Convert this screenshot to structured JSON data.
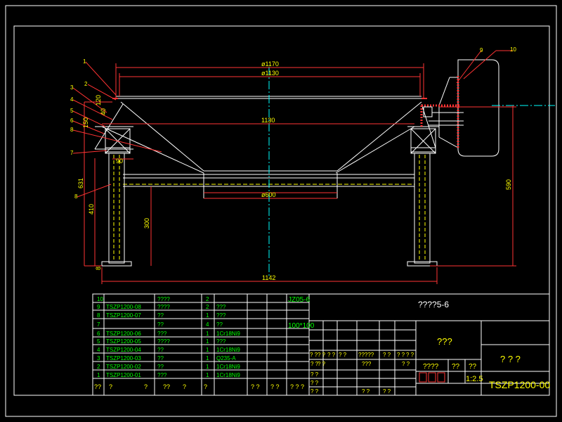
{
  "drawing": {
    "title_code": "TSZP1200-00",
    "scale": "1:2.5",
    "subtitle": "????5-6",
    "title_block_name": "???",
    "title_block_org": "? ? ?",
    "material_header": "????",
    "qty_header": "??",
    "weight_header": "??"
  },
  "dimensions": {
    "d1170": "ø1170",
    "d1130": "ø1130",
    "d1130_mid": "1130",
    "d600": "ø600",
    "w1142": "1142",
    "h631": "631",
    "h410": "410",
    "h300": "300",
    "h590": "590",
    "h150": "150",
    "h120": "120",
    "h40": "40",
    "h8": "8",
    "w90": "90"
  },
  "balloons": [
    "1",
    "2",
    "3",
    "4",
    "5",
    "6",
    "7",
    "8",
    "9",
    "10"
  ],
  "parts_table": {
    "rows": [
      {
        "no": "10",
        "code": "",
        "name": "????",
        "qty": "2",
        "material": ""
      },
      {
        "no": "9",
        "code": "TSZP1200-08",
        "name": "????",
        "qty": "2",
        "material": "???"
      },
      {
        "no": "8",
        "code": "TSZP1200-07",
        "name": "??",
        "qty": "1",
        "material": "???"
      },
      {
        "no": "7",
        "code": "",
        "name": "??",
        "qty": "4",
        "material": "??"
      },
      {
        "no": "6",
        "code": "TSZP1200-06",
        "name": "???",
        "qty": "1",
        "material": "1Cr18Ni9"
      },
      {
        "no": "5",
        "code": "TSZP1200-05",
        "name": "????",
        "qty": "1",
        "material": "???"
      },
      {
        "no": "4",
        "code": "TSZP1200-04",
        "name": "??",
        "qty": "1",
        "material": "1Cr18Ni9"
      },
      {
        "no": "3",
        "code": "TSZP1200-03",
        "name": "??",
        "qty": "1",
        "material": "Q235-A"
      },
      {
        "no": "2",
        "code": "TSZP1200-02",
        "name": "??",
        "qty": "1",
        "material": "1Cr18Ni9"
      },
      {
        "no": "1",
        "code": "TSZP1200-01",
        "name": "???",
        "qty": "1",
        "material": "1Cr18Ni9"
      }
    ],
    "header": [
      "??",
      "?",
      "?",
      "??",
      "?",
      "?",
      "? ?",
      "? ?",
      "? ?",
      "?"
    ],
    "note_jz": "JZ05-6",
    "note_100": "100*100"
  },
  "revision_row": [
    "? ?",
    "? ?",
    "? ?",
    "? ?",
    "?????",
    "? ?",
    "? ?",
    "? ?"
  ],
  "revision_row2": [
    "? ?",
    "? ?",
    "???",
    "? ?"
  ],
  "sign_row": [
    "? ?",
    "? ?",
    "? ?",
    "? ?",
    "? ?"
  ]
}
